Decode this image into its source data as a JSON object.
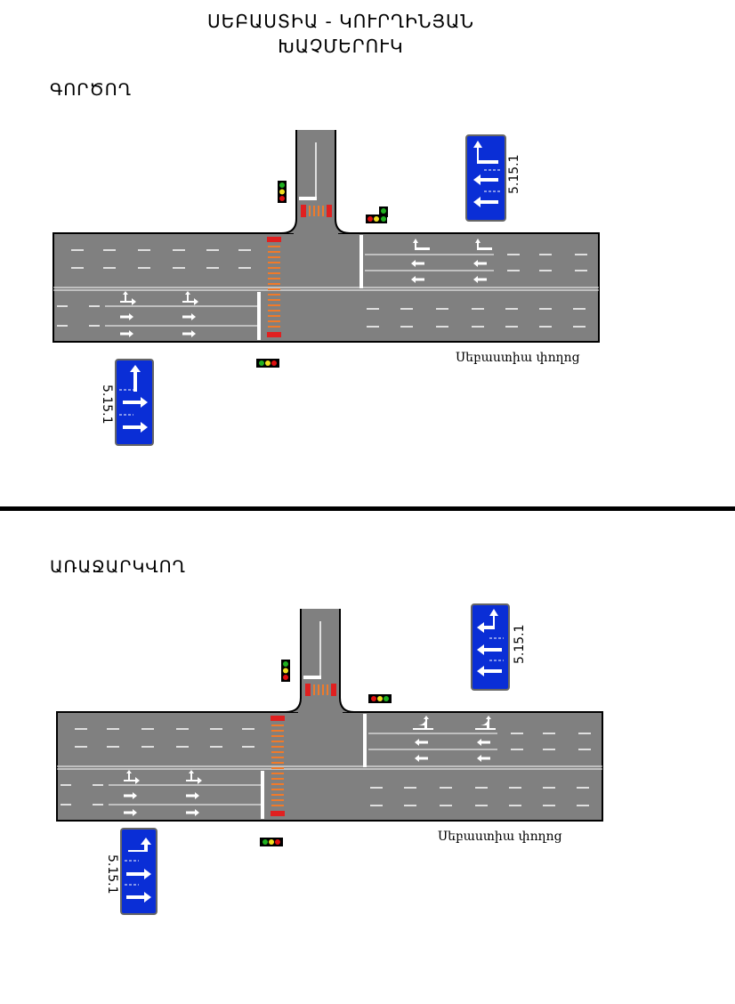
{
  "header": {
    "line1": "ՍԵԲԱՍՏԻԱ - ԿՈՒՐՂԻՆՅԱՆ",
    "line2": "ԽԱՉՄԵՐՈՒԿ"
  },
  "sections": [
    {
      "label": "ԳՈՐԾՈՂ",
      "street_label": "Սեբաստիա փողոց",
      "sign_upper_code": "5.15.1",
      "sign_lower_code": "5.15.1"
    },
    {
      "label": "ԱՌԱՋԱՐԿՎՈՂ",
      "street_label": "Սեբաստիա փողոց",
      "sign_upper_code": "5.15.1",
      "sign_lower_code": "5.15.1"
    }
  ],
  "colors": {
    "road": "#808080",
    "marking": "#ffffff",
    "sign_blue": "#0a2ed6",
    "crosswalk": "#f07a2a",
    "light_red": "#e01010",
    "light_yellow": "#f0e020",
    "light_green": "#20b020"
  }
}
